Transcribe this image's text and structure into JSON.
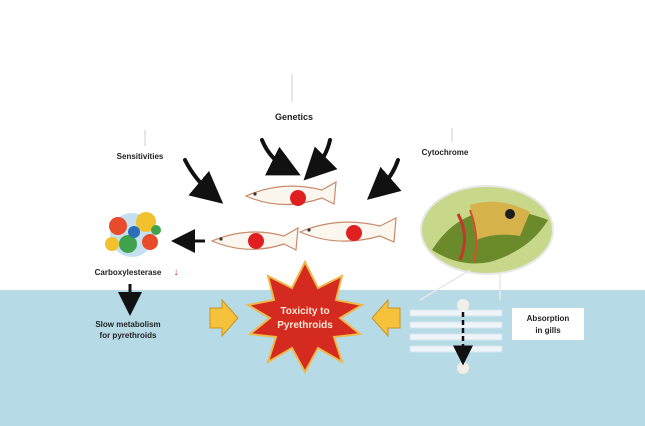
{
  "labels": {
    "sensitivity": "Sensitivities",
    "genetics": "Genetics",
    "cytochrome": "Cytochrome",
    "carboxylesterase": "Carboxylesterase",
    "slow_metabolism_line1": "Slow metabolism",
    "slow_metabolism_line2": "for pyrethroids",
    "toxicity_line1": "Toxicity to",
    "toxicity_line2": "Pyrethroids",
    "absorption_line1": "Absorption",
    "absorption_line2": "in gills"
  },
  "colors": {
    "water": "#b6dbe6",
    "star": "#d42a1f",
    "star_border": "#f0b84a",
    "block_arrow": "#f6c23c",
    "arrow": "#111111",
    "fish_spot": "#e02020"
  },
  "icons": {
    "enzyme": "protein-structure-icon",
    "fish": "fish-icon",
    "fish_head": "fish-head-photo",
    "gill": "gill-lamellae-icon"
  }
}
